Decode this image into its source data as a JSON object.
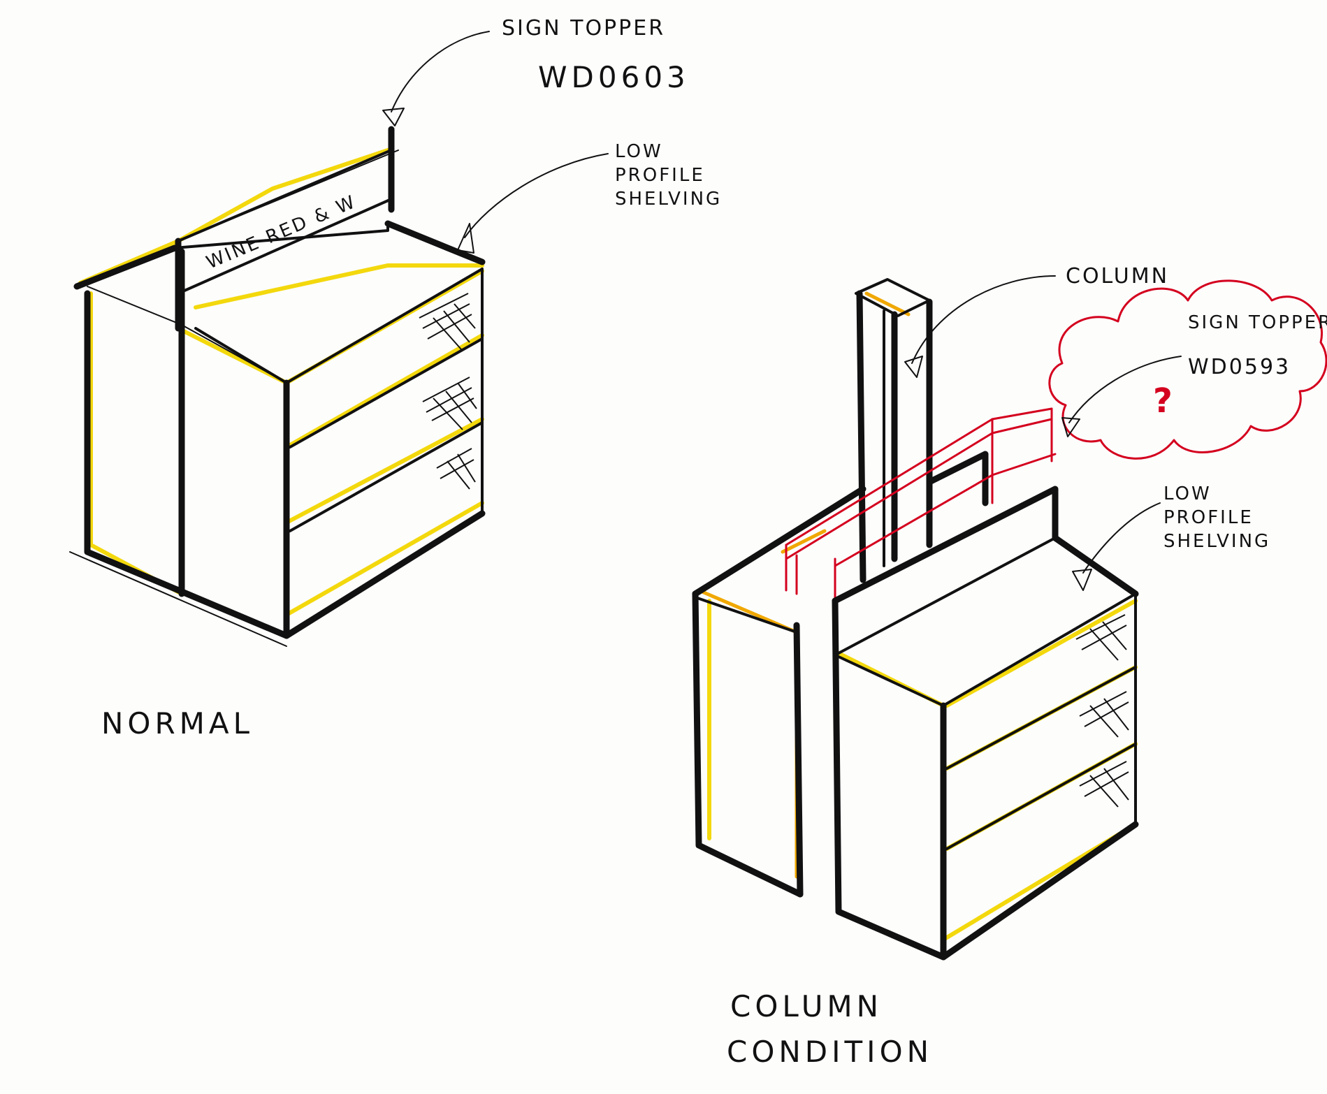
{
  "left_sketch": {
    "sign_topper_label": "SIGN TOPPER",
    "sign_topper_code": "WD0603",
    "sign_text": "WINE RED & W",
    "shelving_label": "LOW PROFILE SHELVING",
    "caption": "NORMAL"
  },
  "right_sketch": {
    "column_label": "COLUMN",
    "sign_topper_label": "SIGN TOPPER",
    "sign_topper_code": "WD0593",
    "question_mark": "?",
    "shelving_label": "LOW PROFILE SHELVING",
    "caption_line1": "COLUMN",
    "caption_line2": "CONDITION"
  },
  "colors": {
    "ink": "#111111",
    "highlighter_yellow": "#f2d600",
    "highlighter_orange": "#f0a800",
    "revision_red": "#d4001e",
    "paper": "#fdfdfc"
  }
}
